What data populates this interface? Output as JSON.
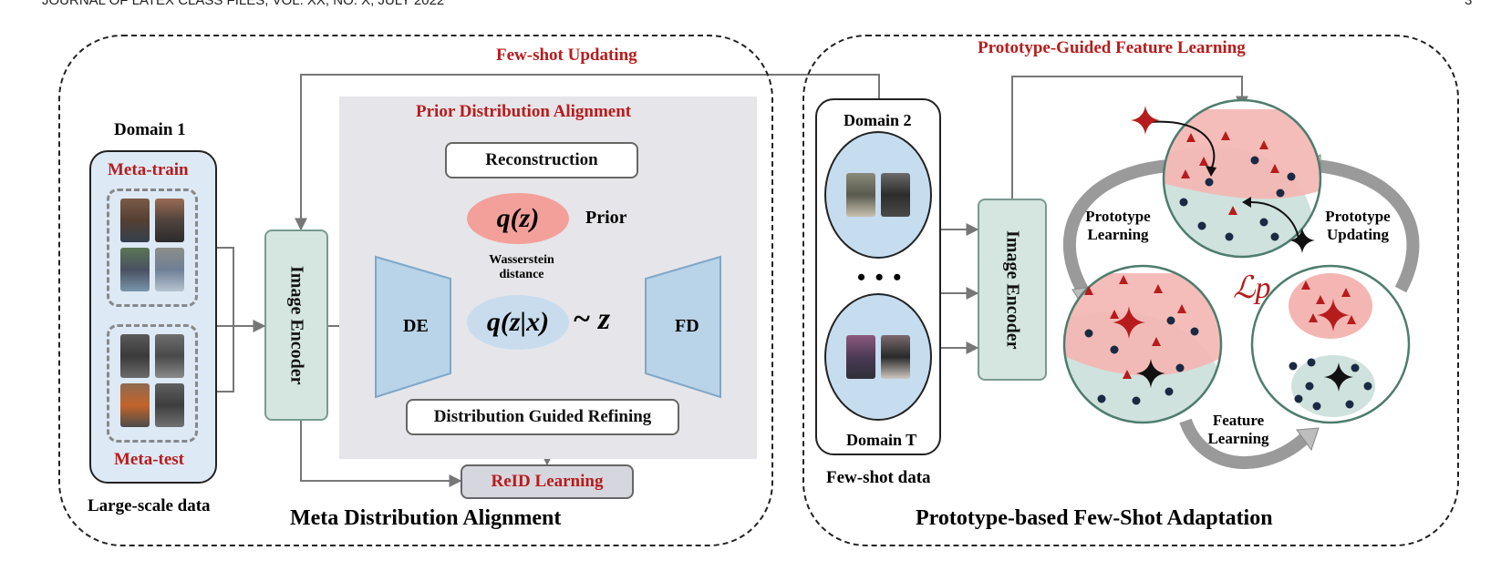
{
  "header": {
    "journal": "JOURNAL OF LATEX CLASS FILES, VOL. XX, NO. X, JULY 2022",
    "page_number": "3"
  },
  "left_panel": {
    "title": "Meta Distribution Alignment",
    "few_shot_updating": "Few-shot Updating",
    "domain1": "Domain 1",
    "meta_train": "Meta-train",
    "meta_test": "Meta-test",
    "large_scale": "Large-scale data",
    "image_encoder": "Image Encoder",
    "prior_alignment": {
      "title": "Prior Distribution Alignment",
      "reconstruction": "Reconstruction",
      "qz": "q(z)",
      "prior": "Prior",
      "wasserstein": "Wasserstein distance",
      "qzx": "q(z|x)",
      "tilde_z": "~ z",
      "de": "DE",
      "fd": "FD",
      "refining": "Distribution Guided Refining"
    },
    "reid_learning": "ReID Learning"
  },
  "right_panel": {
    "title": "Prototype-based Few-Shot Adaptation",
    "feature_learning_title": "Prototype-Guided Feature Learning",
    "domain2": "Domain 2",
    "ellipsis": "• • •",
    "domainT": "Domain T",
    "few_shot_data": "Few-shot data",
    "image_encoder": "Image Encoder",
    "prototype_learning": "Prototype Learning",
    "prototype_updating": "Prototype Updating",
    "feature_learning": "Feature Learning",
    "loss": "ℒp"
  },
  "colors": {
    "red": "#b71c1c",
    "encoder": "#d5e6e0",
    "trapezoid": "#b9d3e8",
    "gray_panel": "#e6e6ea",
    "dot_navy": "#1a2a44",
    "pink": "#f4b6b3",
    "teal": "#cfe2dd"
  }
}
